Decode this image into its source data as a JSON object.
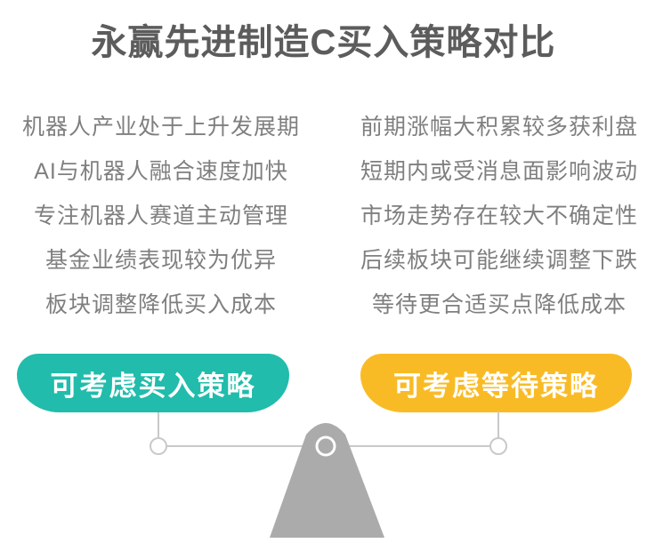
{
  "title": "永赢先进制造C买入策略对比",
  "left": {
    "items": [
      "机器人产业处于上升发展期",
      "AI与机器人融合速度加快",
      "专注机器人赛道主动管理",
      "基金业绩表现较为优异",
      "板块调整降低买入成本"
    ],
    "button_label": "可考虑买入策略",
    "accent_color": "#21bcab"
  },
  "right": {
    "items": [
      "前期涨幅大积累较多获利盘",
      "短期内或受消息面影响波动",
      "市场走势存在较大不确定性",
      "后续板块可能继续调整下跌",
      "等待更合适买点降低成本"
    ],
    "button_label": "可考虑等待策略",
    "accent_color": "#f9bb25"
  },
  "scale_graphic": {
    "fulcrum_color": "#ababab",
    "line_color": "#c9c9c9"
  }
}
